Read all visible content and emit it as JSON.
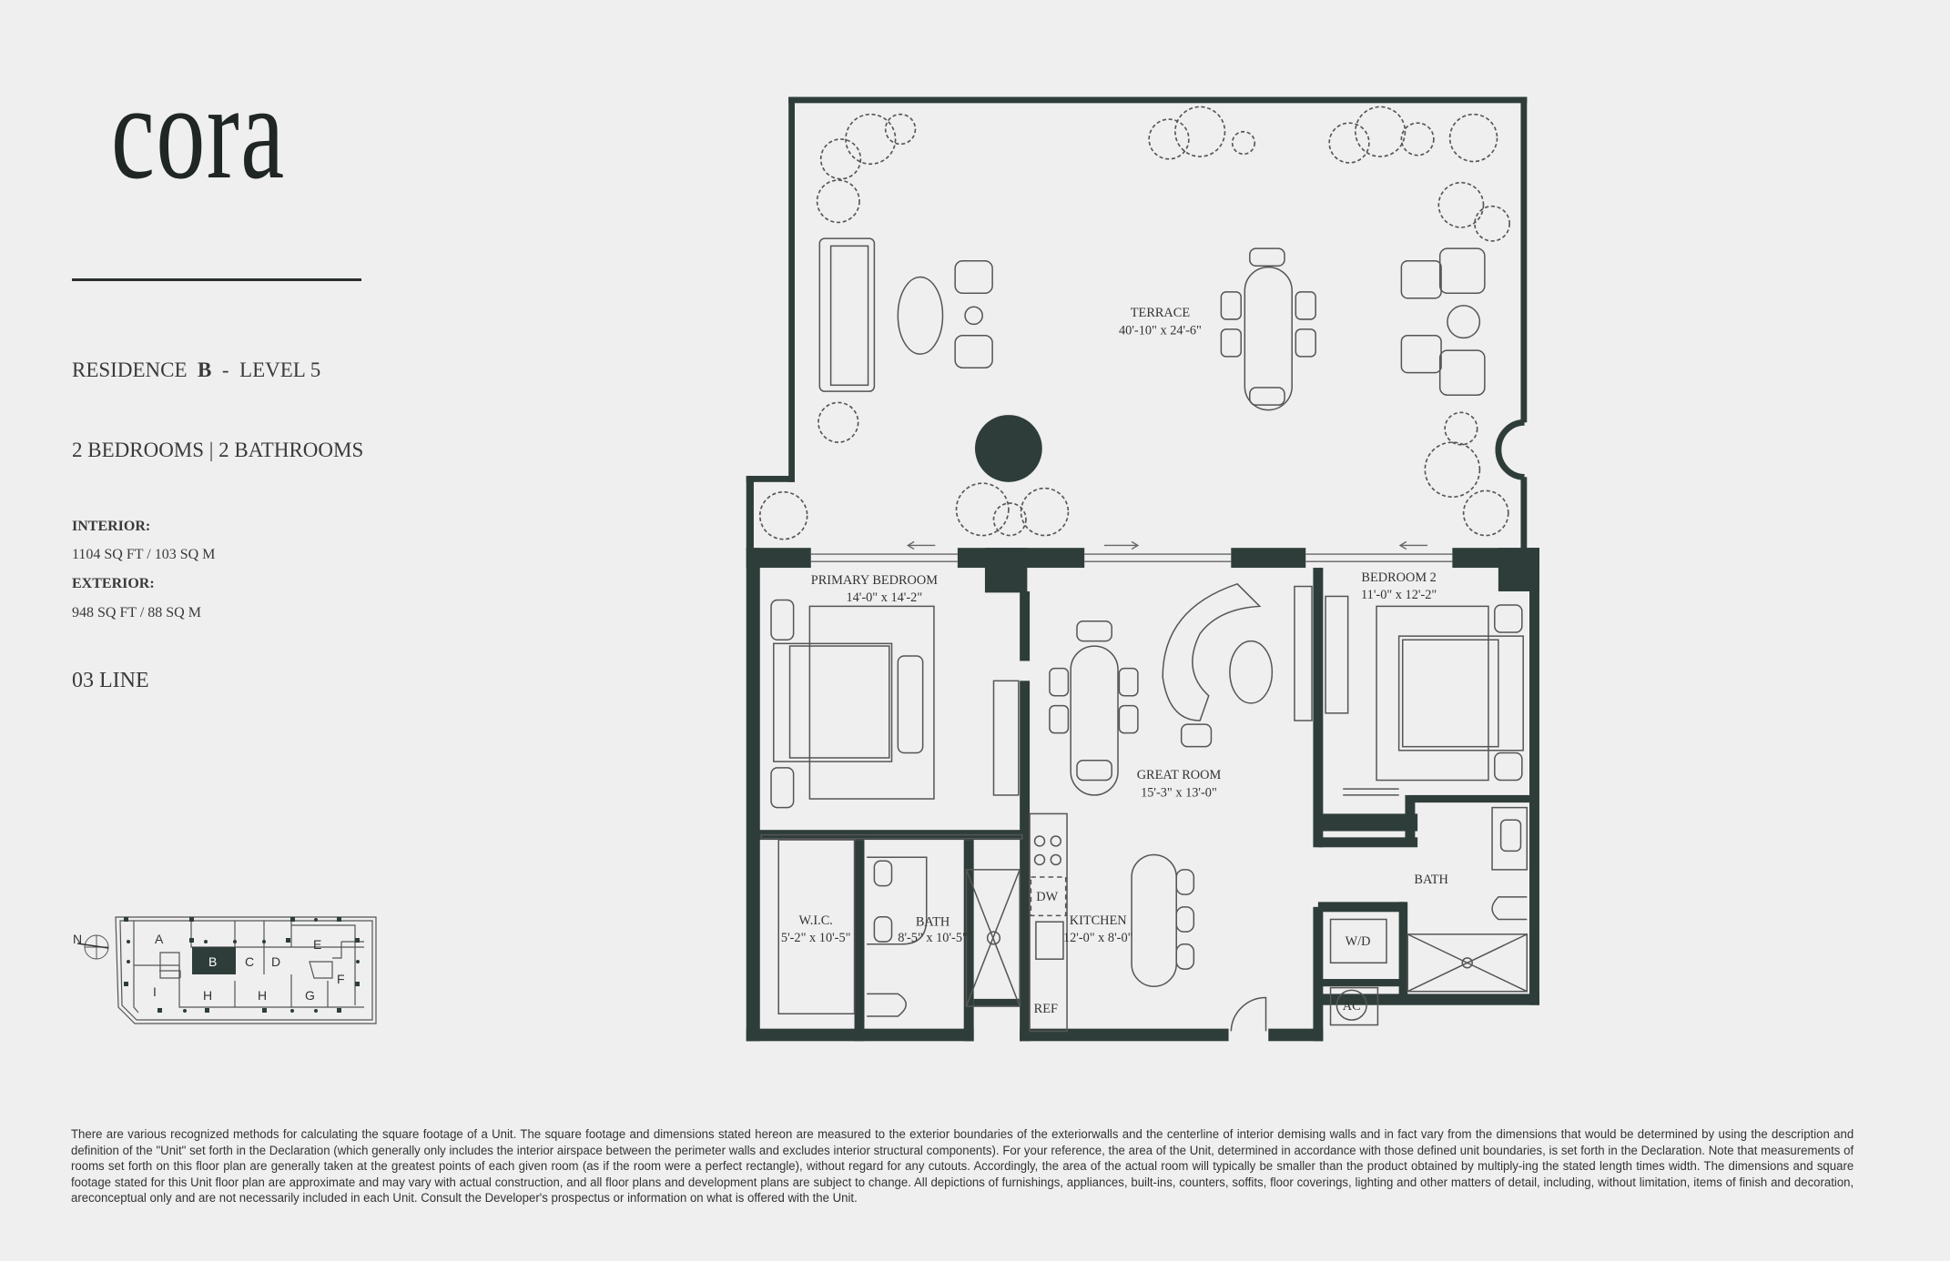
{
  "brand": {
    "logo_text": "cora"
  },
  "unit": {
    "residence_label": "RESIDENCE",
    "residence_letter": "B",
    "separator": "-",
    "level": "LEVEL 5",
    "rooms_summary": "2 BEDROOMS | 2 BATHROOMS",
    "interior_label": "INTERIOR:",
    "interior_value": "1104 SQ FT / 103 SQ M",
    "exterior_label": "EXTERIOR:",
    "exterior_value": "948 SQ FT / 88 SQ M",
    "line": "03 LINE"
  },
  "floorplan": {
    "colors": {
      "wall": "#2e3d3a",
      "background": "#eeefee"
    },
    "rooms": [
      {
        "name": "TERRACE",
        "dims": "40'-10\" x 24'-6\""
      },
      {
        "name": "PRIMARY BEDROOM",
        "dims": "14'-0\" x 14'-2\""
      },
      {
        "name": "BEDROOM 2",
        "dims": "11'-0\" x 12'-2\""
      },
      {
        "name": "GREAT ROOM",
        "dims": "15'-3\" x 13'-0\""
      },
      {
        "name": "KITCHEN",
        "dims": "12'-0\" x 8'-0\""
      },
      {
        "name": "W.I.C.",
        "dims": "5'-2\" x 10'-5\""
      },
      {
        "name": "BATH",
        "dims": "8'-5\" x 10'-5\""
      },
      {
        "name": "BATH",
        "dims": ""
      }
    ],
    "fixtures": {
      "dishwasher": "DW",
      "refrigerator": "REF",
      "washer_dryer": "W/D",
      "ac": "AC"
    }
  },
  "keyplan": {
    "north": "N",
    "units": [
      "A",
      "B",
      "C",
      "D",
      "E",
      "F",
      "G",
      "H",
      "H",
      "I"
    ],
    "highlighted": "B"
  },
  "disclaimer": "There are various recognized methods for calculating the square footage of a Unit. The square footage and dimensions stated hereon are measured to the exterior boundaries of the exteriorwalls and the centerline of interior demising walls and in fact vary from the dimensions that would be determined by using the description and definition of the \"Unit\" set forth in the Declaration (which generally only includes the interior airspace between the perimeter walls and excludes interior structural components). For your reference, the area of the Unit, determined in accordance with those defined unit boundaries, is set forth in the Declaration. Note that measurements of rooms set forth on this floor plan are generally taken at the greatest points of each given room (as if the room were a perfect rectangle), without regard for any cutouts. Accordingly, the area of the actual room will typically be smaller than the product obtained by multiply-ing the stated length times width. The dimensions and square footage stated for this Unit floor plan are approximate and may vary with actual construction, and all floor plans and development plans are subject to change. All depictions of furnishings, appliances, built-ins, counters, soffits, floor coverings, lighting and other matters of detail, including, without limitation, items of finish and decoration, areconceptual only and are not necessarily included in each Unit. Consult the Developer's prospectus or information on what is offered with the Unit."
}
